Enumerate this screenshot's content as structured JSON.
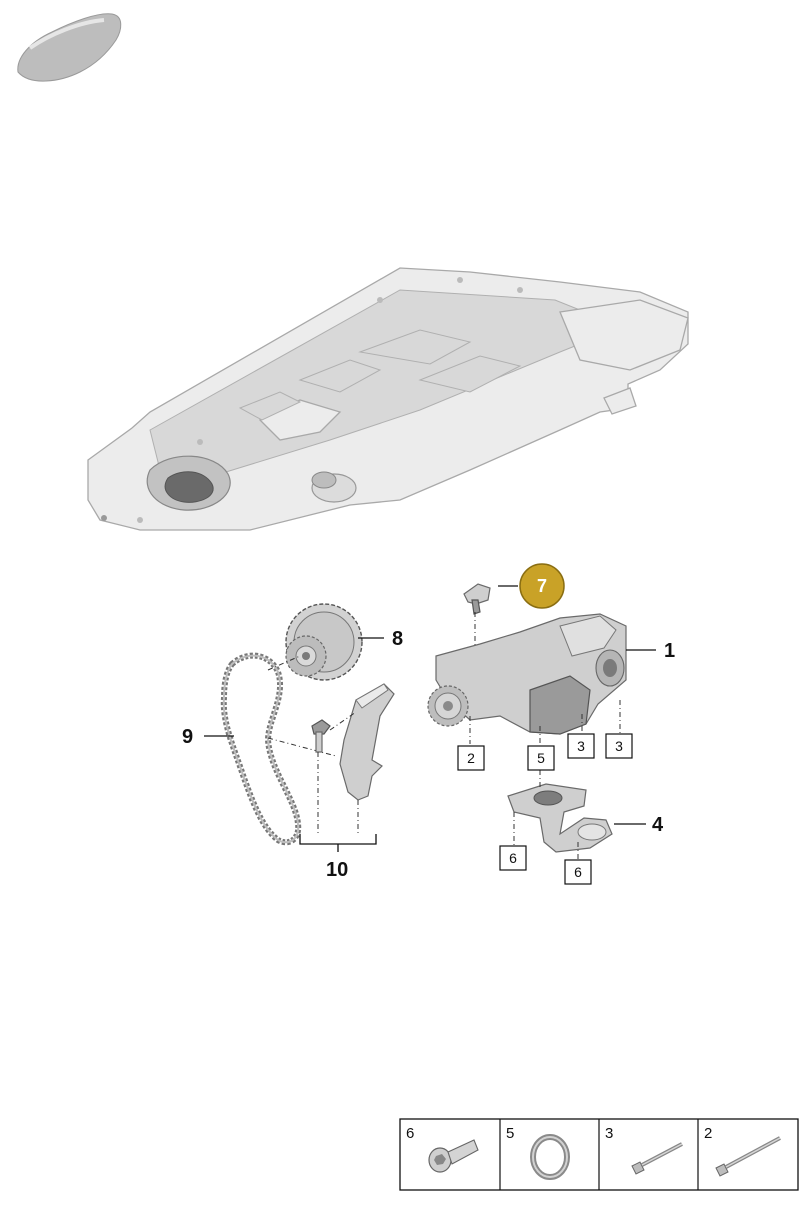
{
  "callouts": {
    "oil_pump": "1",
    "oil_suction_pipe": "4",
    "highlighted_part": "7",
    "sprocket": "8",
    "chain": "9",
    "chain_tensioner_group": "10"
  },
  "boxed_refs": {
    "bolt_left": "2",
    "seal_ring": "5",
    "bolt_mid": "3",
    "bolt_right": "3",
    "pipe_bolt_left": "6",
    "pipe_bolt_right": "6"
  },
  "legend": {
    "cells": [
      {
        "number": "6",
        "icon": "hex-socket-bolt-icon"
      },
      {
        "number": "5",
        "icon": "seal-ring-icon"
      },
      {
        "number": "3",
        "icon": "long-bolt-icon"
      },
      {
        "number": "2",
        "icon": "long-bolt-icon"
      }
    ]
  },
  "colors": {
    "highlight_badge": "#c9a227",
    "part_grey": "#cfcfcf",
    "line": "#111111"
  }
}
